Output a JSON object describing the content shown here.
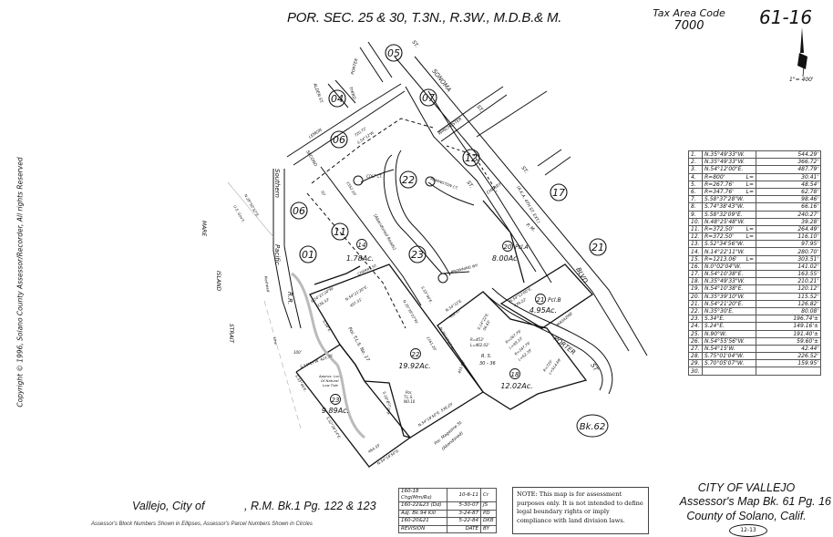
{
  "header": {
    "title": "POR. SEC. 25 & 30, T.3N., R.3W., M.D.B.& M.",
    "tax_area_label": "Tax Area Code",
    "tax_area_code": "7000",
    "map_number": "61-16",
    "scale_label": "1\"= 400'"
  },
  "copyright": "Copyright © 1996,   Solano County Assessor/Recorder, All rights Reserved",
  "courses": [
    {
      "n": "1.",
      "bearing": "N.35°49'33\"W.",
      "l": "",
      "dist": "544.29'"
    },
    {
      "n": "2.",
      "bearing": "N.35°49'33\"W.",
      "l": "",
      "dist": "366.72'"
    },
    {
      "n": "3.",
      "bearing": "N.54°12'00\"E.",
      "l": "",
      "dist": "487.79'"
    },
    {
      "n": "4.",
      "bearing": "R=800'",
      "l": "L=",
      "dist": "30.41'"
    },
    {
      "n": "5.",
      "bearing": "R=267.76'",
      "l": "L=",
      "dist": "48.54'"
    },
    {
      "n": "6.",
      "bearing": "R=347.76'",
      "l": "L=",
      "dist": "62.78'"
    },
    {
      "n": "7.",
      "bearing": "S.58°37'28\"W.",
      "l": "",
      "dist": "98.46'"
    },
    {
      "n": "8.",
      "bearing": "S.74°38'43\"W.",
      "l": "",
      "dist": "66.16'"
    },
    {
      "n": "9.",
      "bearing": "S.58°32'09\"E.",
      "l": "",
      "dist": "240.27'"
    },
    {
      "n": "10.",
      "bearing": "N.48°25'48\"W.",
      "l": "",
      "dist": "39.28'"
    },
    {
      "n": "11.",
      "bearing": "R=372.50'",
      "l": "L=",
      "dist": "264.49'"
    },
    {
      "n": "12.",
      "bearing": "R=372.50'",
      "l": "L=",
      "dist": "116.10'"
    },
    {
      "n": "13.",
      "bearing": "S.52°34'56\"W.",
      "l": "",
      "dist": "97.95'"
    },
    {
      "n": "14.",
      "bearing": "N.14°22'11\"W.",
      "l": "",
      "dist": "280.70'"
    },
    {
      "n": "15.",
      "bearing": "R=1213.06'",
      "l": "L=",
      "dist": "303.51'"
    },
    {
      "n": "16.",
      "bearing": "N.0°02'04\"W.",
      "l": "",
      "dist": "141.02'"
    },
    {
      "n": "17.",
      "bearing": "N.54°10'38\"E.",
      "l": "",
      "dist": "163.55'"
    },
    {
      "n": "18.",
      "bearing": "N.35°49'33\"W.",
      "l": "",
      "dist": "210.21'"
    },
    {
      "n": "19.",
      "bearing": "N.54°10'38\"E.",
      "l": "",
      "dist": "120.12'"
    },
    {
      "n": "20.",
      "bearing": "N.35°39'10\"W.",
      "l": "",
      "dist": "115.52'"
    },
    {
      "n": "21.",
      "bearing": "N.54°21'20\"E.",
      "l": "",
      "dist": "126.82'"
    },
    {
      "n": "22.",
      "bearing": "N.35°30'E.",
      "l": "",
      "dist": "80.08'"
    },
    {
      "n": "23.",
      "bearing": "S.34°E.",
      "l": "",
      "dist": "196.74'±"
    },
    {
      "n": "24.",
      "bearing": "S.24°E.",
      "l": "",
      "dist": "149.16'±"
    },
    {
      "n": "25.",
      "bearing": "N.90°W.",
      "l": "",
      "dist": "191.40'±"
    },
    {
      "n": "26.",
      "bearing": "N.54°55'56\"W.",
      "l": "",
      "dist": "59.60'±"
    },
    {
      "n": "27.",
      "bearing": "N.54°15'W.",
      "l": "",
      "dist": "42.44'"
    },
    {
      "n": "28.",
      "bearing": "S.75°01'04\"W.",
      "l": "",
      "dist": "226.52'"
    },
    {
      "n": "29.",
      "bearing": "S.70°05'07\"W.",
      "l": "",
      "dist": "159.95'"
    },
    {
      "n": "30.",
      "bearing": "",
      "l": "",
      "dist": ""
    }
  ],
  "map": {
    "blocks": [
      "05",
      "04",
      "07",
      "06",
      "12",
      "22",
      "17",
      "06",
      "11",
      "01",
      "23",
      "21"
    ],
    "parcels": [
      {
        "no": "14",
        "area": "1.78Ac.",
        "pcl": ""
      },
      {
        "no": "20",
        "area": "8.00Ac.",
        "pcl": "Pcl.A"
      },
      {
        "no": "21",
        "area": "4.95Ac.",
        "pcl": "Pcl.B"
      },
      {
        "no": "22",
        "area": "19.92Ac.",
        "pcl": ""
      },
      {
        "no": "18",
        "area": "12.02Ac.",
        "pcl": ""
      },
      {
        "no": "23",
        "area": "9.89Ac.",
        "pcl": ""
      }
    ],
    "book_ref": "Bk.62",
    "streets": {
      "sonoma": "SONOMA",
      "st1": "ST.",
      "st2": "ST.",
      "st3": "ST.",
      "st4": "ST.",
      "porter_top": "PORTER",
      "third": "THIRD",
      "alden": "ALDEN ST.",
      "lemon": "LEMON",
      "second": "SECOND",
      "winchester": "WINCHESTER",
      "cherry": "CHERRY",
      "aka": "(A.K.A. 4TH ST. EXT.)",
      "blvd": "BLVD",
      "porter": "PORTER",
      "porter_st": "ST",
      "colt": "COLT CT.",
      "remington": "REMINGTON CT.",
      "browning": "BROWNING WY.",
      "cherry_st": "CHERRY ST.",
      "magazine": "MAGAZINE"
    },
    "features": {
      "southern": "Southern",
      "pacific": "Pacific",
      "rr": "R.R.",
      "mare": "MARE",
      "island": "ISLAND",
      "strait": "STRAIT",
      "govt_bearing": "N.29°56'32\"E.",
      "govt": "U.S. Gov't.",
      "pierhead": "Pierhead",
      "line": "Line",
      "abandoned_roads": "(Abandoned Roads)",
      "tls17": "Por. T.L.S. No. 17",
      "tls10a": "Por.",
      "tls10b": "T.L.S.",
      "tls10c": "NO.10",
      "rs": "R. S.",
      "rs_no": "30 - 36",
      "magazine_ab1": "Por. Magazine St.",
      "magazine_ab2": "(Abandoned)",
      "lowtide1": "Approx. Loc.",
      "lowtide2": "Of Natural",
      "lowtide3": "Low Tide",
      "pm": "P. M."
    },
    "dims": {
      "d1": "720.72'",
      "d2": "S.54°12'W.",
      "d3": "1552.19'",
      "d4": "50'",
      "d5": "S.54°21'20\"W.",
      "d6": "336.33'",
      "d7": "N.54°21'20\"E.",
      "d8": "407.31'",
      "d9": "N.35°39'10\"W.",
      "d10": "1161.26'",
      "d11": "S.35°40'E.",
      "d12": "N.54°12'E.",
      "d13": "482.17'",
      "d14": "S.54°15'W. 423.75'",
      "d15": "N.54°18'50\"E.  538.29'",
      "d16": "455.66'",
      "d17": "N.35°47'07\"W.",
      "d18": "R=453'",
      "d19": "L=462.03'",
      "d20": "R=267.76'",
      "d21": "L=48.33'",
      "d22": "R=347.76'",
      "d23": "L=62.78'",
      "d24": "R=720'",
      "d25": "L=514.69'",
      "d26": "S.54°E.",
      "d27": "S.18°E.",
      "d28": "440.27'",
      "d29": "S.35°45'E.",
      "d30": "S.32°26'14\"E.",
      "d31": "464.35'",
      "d32": "N.54°18'50\"E.",
      "d33": "N.54°12'00\"E.",
      "d34": "439.22'",
      "d35": "S.14°22'E.",
      "d36": "56.65'",
      "d37": "100'"
    }
  },
  "footer": {
    "vallejo": "Vallejo, City of",
    "rm": ",  R.M. Bk.1  Pg. 122 & 123",
    "caption": "Assessor's Block Numbers Shown in Ellipses, Assessor's Parcel Numbers Shown in Circles",
    "revisions": [
      [
        "160-18 Chg(Mm/Rs)",
        "10-6-11",
        "Cr"
      ],
      [
        "160-22&23 (Dd)",
        "5-30-07",
        "JS"
      ],
      [
        "Adj. Bk.94 Kill",
        "3-24-87",
        "PD"
      ],
      [
        "160-20&21",
        "5-22-84",
        "DKB"
      ],
      [
        "REVISION",
        "DATE",
        "BY"
      ]
    ],
    "note": "NOTE:  This map is for assessment purposes only. It is not intended to define legal boundary rights or imply compliance with land division laws.",
    "city": "CITY OF VALLEJO",
    "book_page": "Assessor's Map Bk. 61  Pg. 16",
    "county": "County of Solano, Calif.",
    "sheet": "12-13"
  }
}
